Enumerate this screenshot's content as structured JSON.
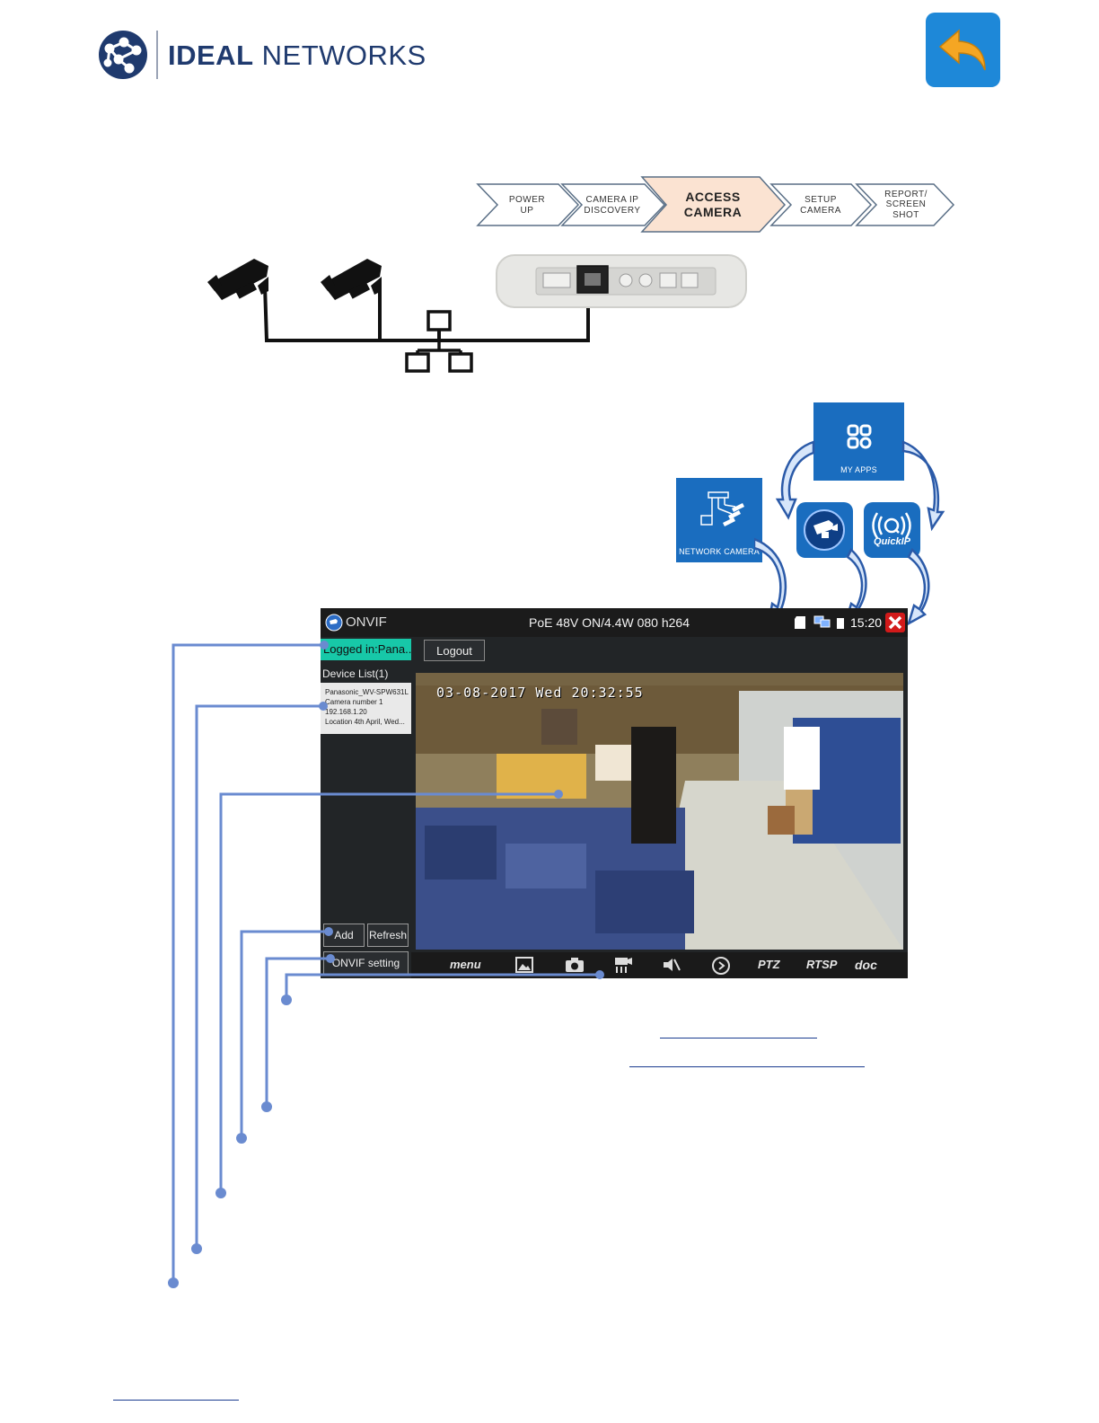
{
  "header": {
    "brand_bold": "IDEAL",
    "brand_light": "NETWORKS",
    "back_icon": "back-arrow-icon"
  },
  "workflow": {
    "steps": [
      {
        "line1": "POWER",
        "line2": "UP",
        "line3": "",
        "active": false
      },
      {
        "line1": "CAMERA  IP",
        "line2": "DISCOVERY",
        "line3": "",
        "active": false
      },
      {
        "line1": "ACCESS",
        "line2": "CAMERA",
        "line3": "",
        "active": true
      },
      {
        "line1": "SETUP",
        "line2": "CAMERA",
        "line3": "",
        "active": false
      },
      {
        "line1": "REPORT/",
        "line2": "SCREEN",
        "line3": "SHOT",
        "active": false
      }
    ],
    "active_fill": "#fbe3d2"
  },
  "apps": {
    "my_apps_label": "MY APPS",
    "network_camera_label": "NETWORK CAMERA",
    "quickip_label": "QuickIP",
    "tile_color": "#1a6dbf"
  },
  "screen": {
    "app_title": "ONVIF",
    "status": "PoE 48V ON/4.4W 080 h264",
    "clock": "15:20",
    "logged_in": "Logged in:Pana...",
    "logout": "Logout",
    "device_list": "Device List(1)",
    "device": {
      "model": "Panasonic_WV-SPW631L",
      "camera": "Camera number 1",
      "ip": "192.168.1.20",
      "location": "Location 4th April, Wed..."
    },
    "add": "Add",
    "refresh": "Refresh",
    "onvif_setting": "ONVIF setting",
    "osd_datetime": "03-08-2017 Wed 20:32:55",
    "bottom": {
      "menu": "menu",
      "ptz": "PTZ",
      "rtsp": "RTSP",
      "doc": "doc"
    },
    "logged_color": "#17c8a8"
  },
  "callout_color": "#6a8bd0"
}
